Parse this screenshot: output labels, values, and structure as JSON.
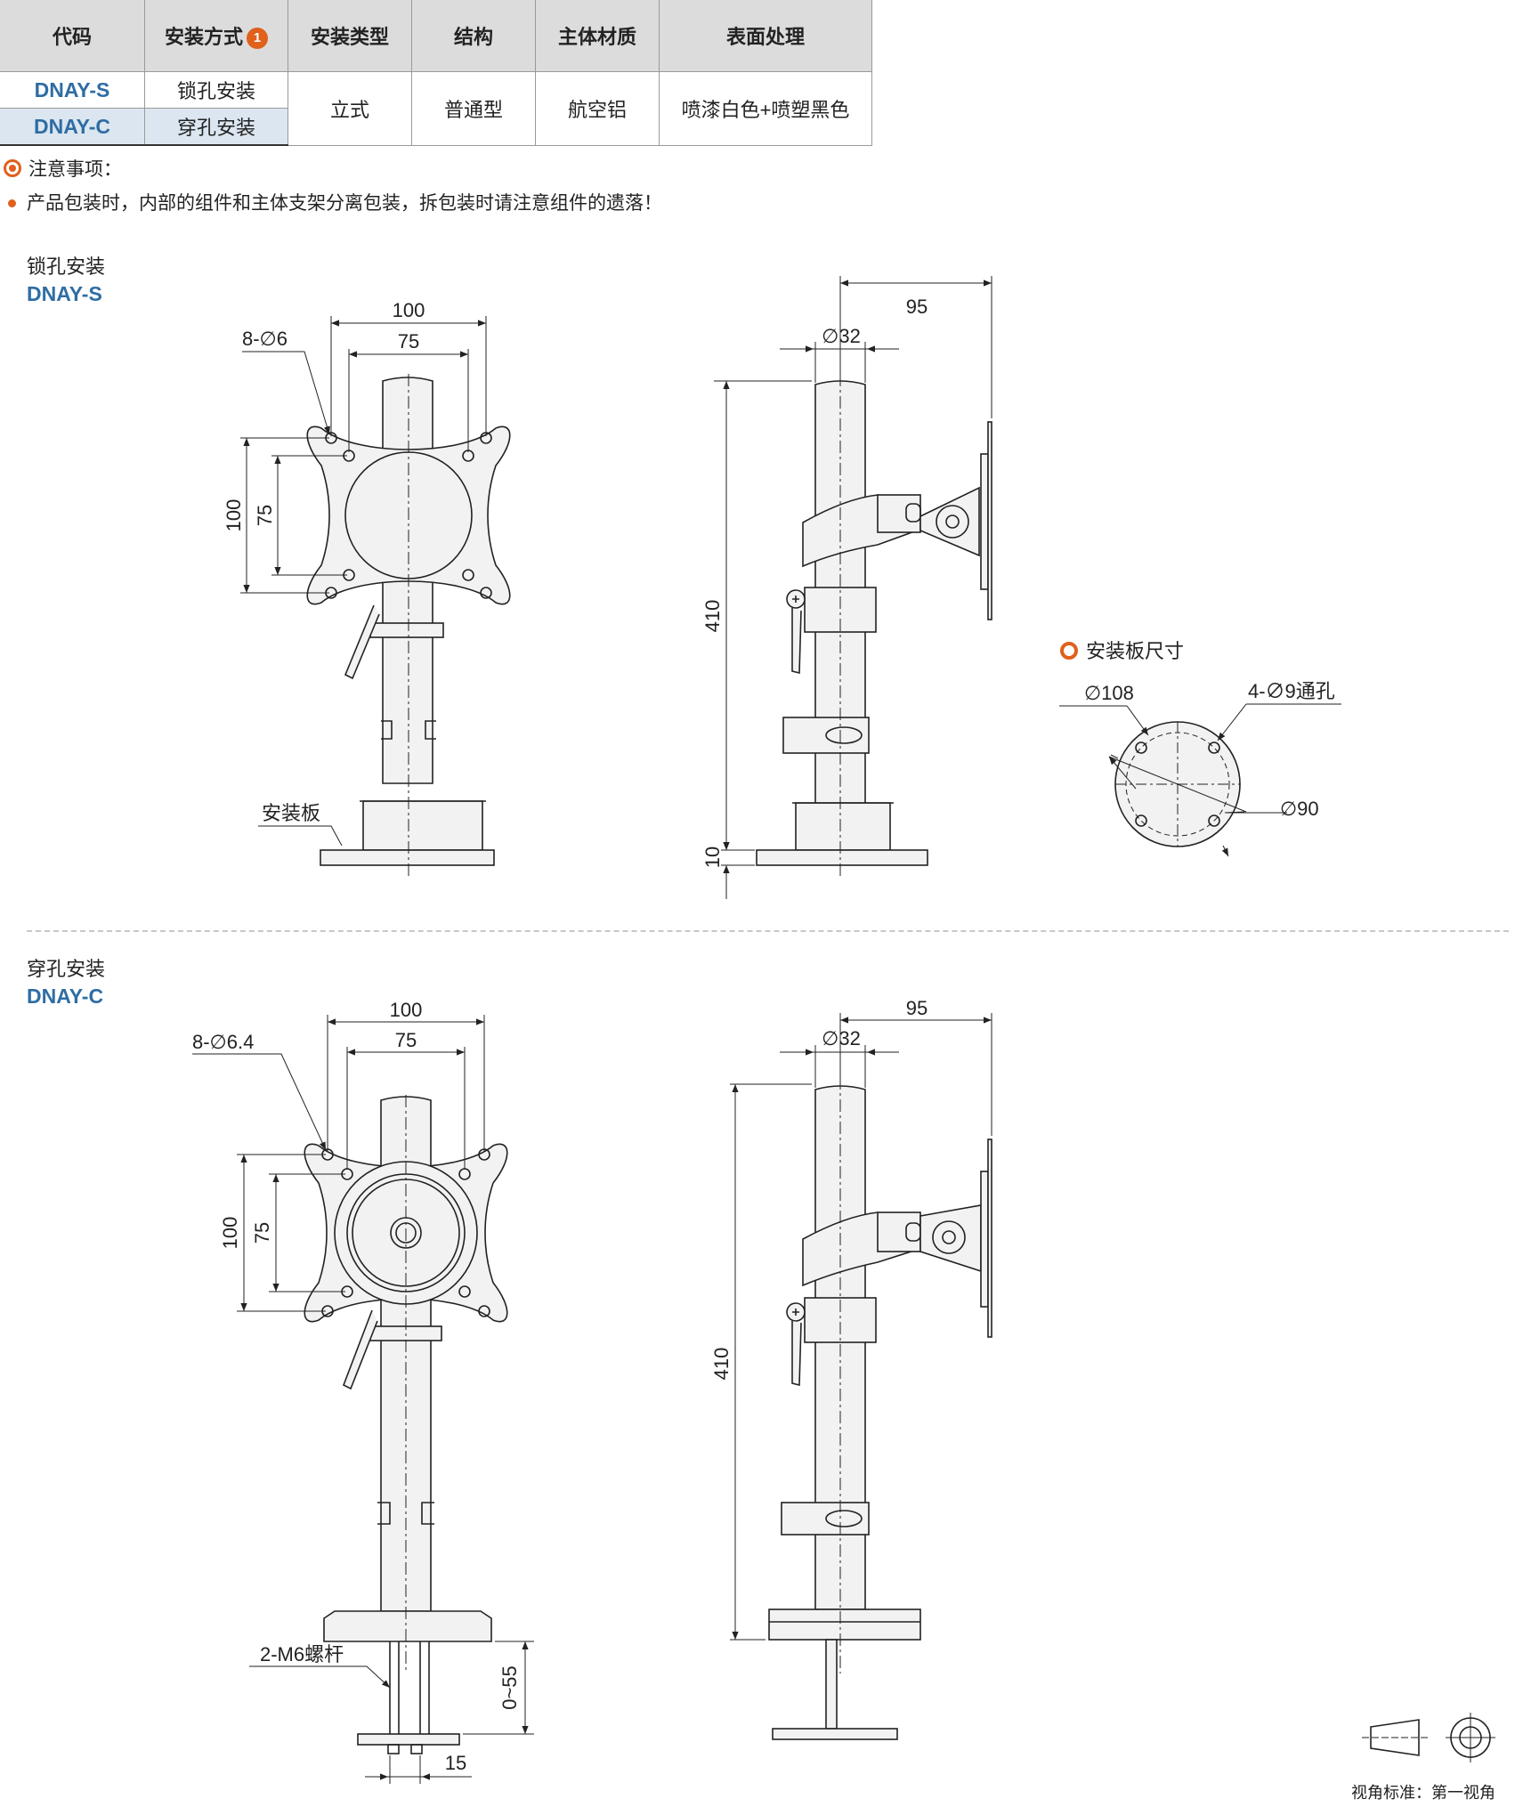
{
  "table": {
    "headers": [
      "代码",
      "安装方式",
      "安装类型",
      "结构",
      "主体材质",
      "表面处理"
    ],
    "badge": "1",
    "rows": [
      {
        "code": "DNAY-S",
        "mount": "锁孔安装"
      },
      {
        "code": "DNAY-C",
        "mount": "穿孔安装"
      }
    ],
    "type": "立式",
    "structure": "普通型",
    "material": "航空铝",
    "finish": "喷漆白色+喷塑黑色"
  },
  "notes": {
    "title": "注意事项：",
    "items": [
      "产品包装时，内部的组件和主体支架分离包装，拆包装时请注意组件的遗落！"
    ]
  },
  "section_s": {
    "title": "锁孔安装",
    "code": "DNAY-S",
    "hole_label": "8-∅6",
    "dim_w100": "100",
    "dim_w75": "75",
    "dim_h100": "100",
    "dim_h75": "75",
    "base_label": "安装板",
    "dim_95": "95",
    "dim_32": "∅32",
    "dim_410": "410",
    "dim_10": "10"
  },
  "plate": {
    "title": "安装板尺寸",
    "d108": "∅108",
    "holes": "4-∅9通孔",
    "d90": "∅90"
  },
  "section_c": {
    "title": "穿孔安装",
    "code": "DNAY-C",
    "hole_label": "8-∅6.4",
    "dim_w100": "100",
    "dim_w75": "75",
    "dim_h100": "100",
    "dim_h75": "75",
    "bolt_label": "2-M6螺杆",
    "dim_range": "0~55",
    "dim_15": "15",
    "dim_95": "95",
    "dim_32": "∅32",
    "dim_410": "410"
  },
  "footer": {
    "view": "视角标准：第一视角"
  },
  "colors": {
    "accent": "#e0601c",
    "code": "#2e6da4",
    "header": "#dcdcdc",
    "part_fill": "#f2f2f2"
  }
}
